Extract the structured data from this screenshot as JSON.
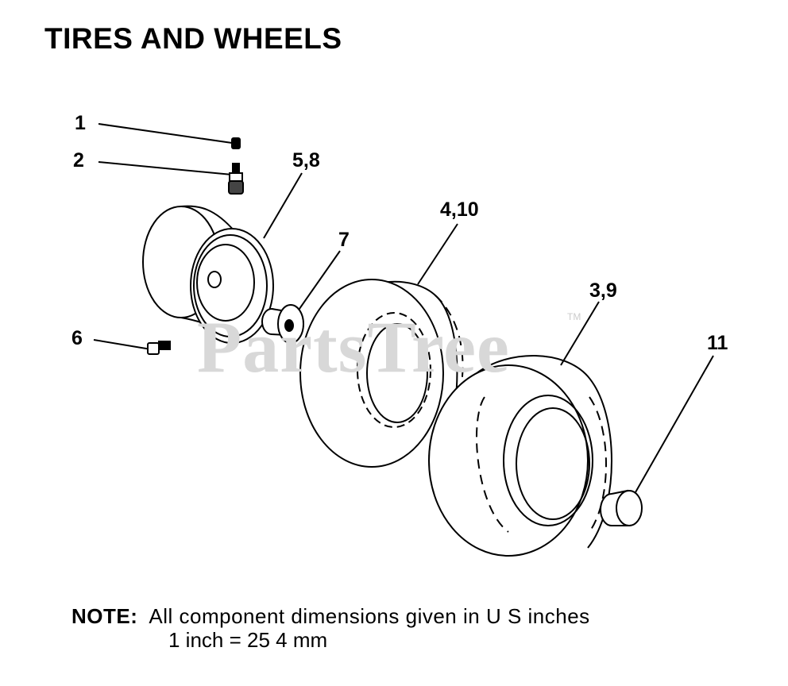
{
  "title": "TIRES AND WHEELS",
  "watermark": "PartsTree",
  "watermark_tm": "TM",
  "callouts": {
    "c1": "1",
    "c2": "2",
    "c58": "5,8",
    "c7": "7",
    "c410": "4,10",
    "c39": "3,9",
    "c6": "6",
    "c11": "11"
  },
  "note": {
    "label": "NOTE:",
    "line1": "All component dimensions given in U S  inches",
    "line2": "1 inch = 25 4 mm"
  },
  "icons": [
    "valve-cap-icon",
    "valve-stem-icon",
    "wheel-rim-icon",
    "bushing-icon",
    "fitting-icon",
    "tire-icon",
    "hub-cap-icon"
  ]
}
